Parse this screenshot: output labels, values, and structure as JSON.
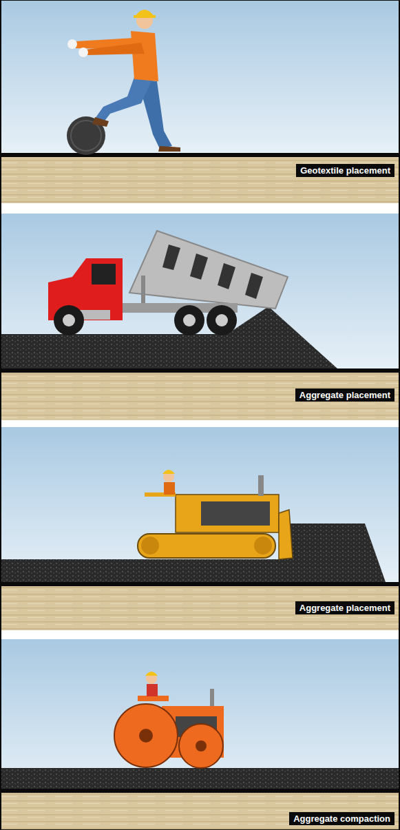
{
  "diagram": {
    "nodes": [
      {
        "text": [
          "Geotextile placement"
        ]
      },
      {
        "text": [
          "Aggregate placement"
        ]
      },
      {
        "text": [
          "Aggregate placement"
        ]
      },
      {
        "text": [
          "Aggregate compaction"
        ]
      }
    ]
  }
}
